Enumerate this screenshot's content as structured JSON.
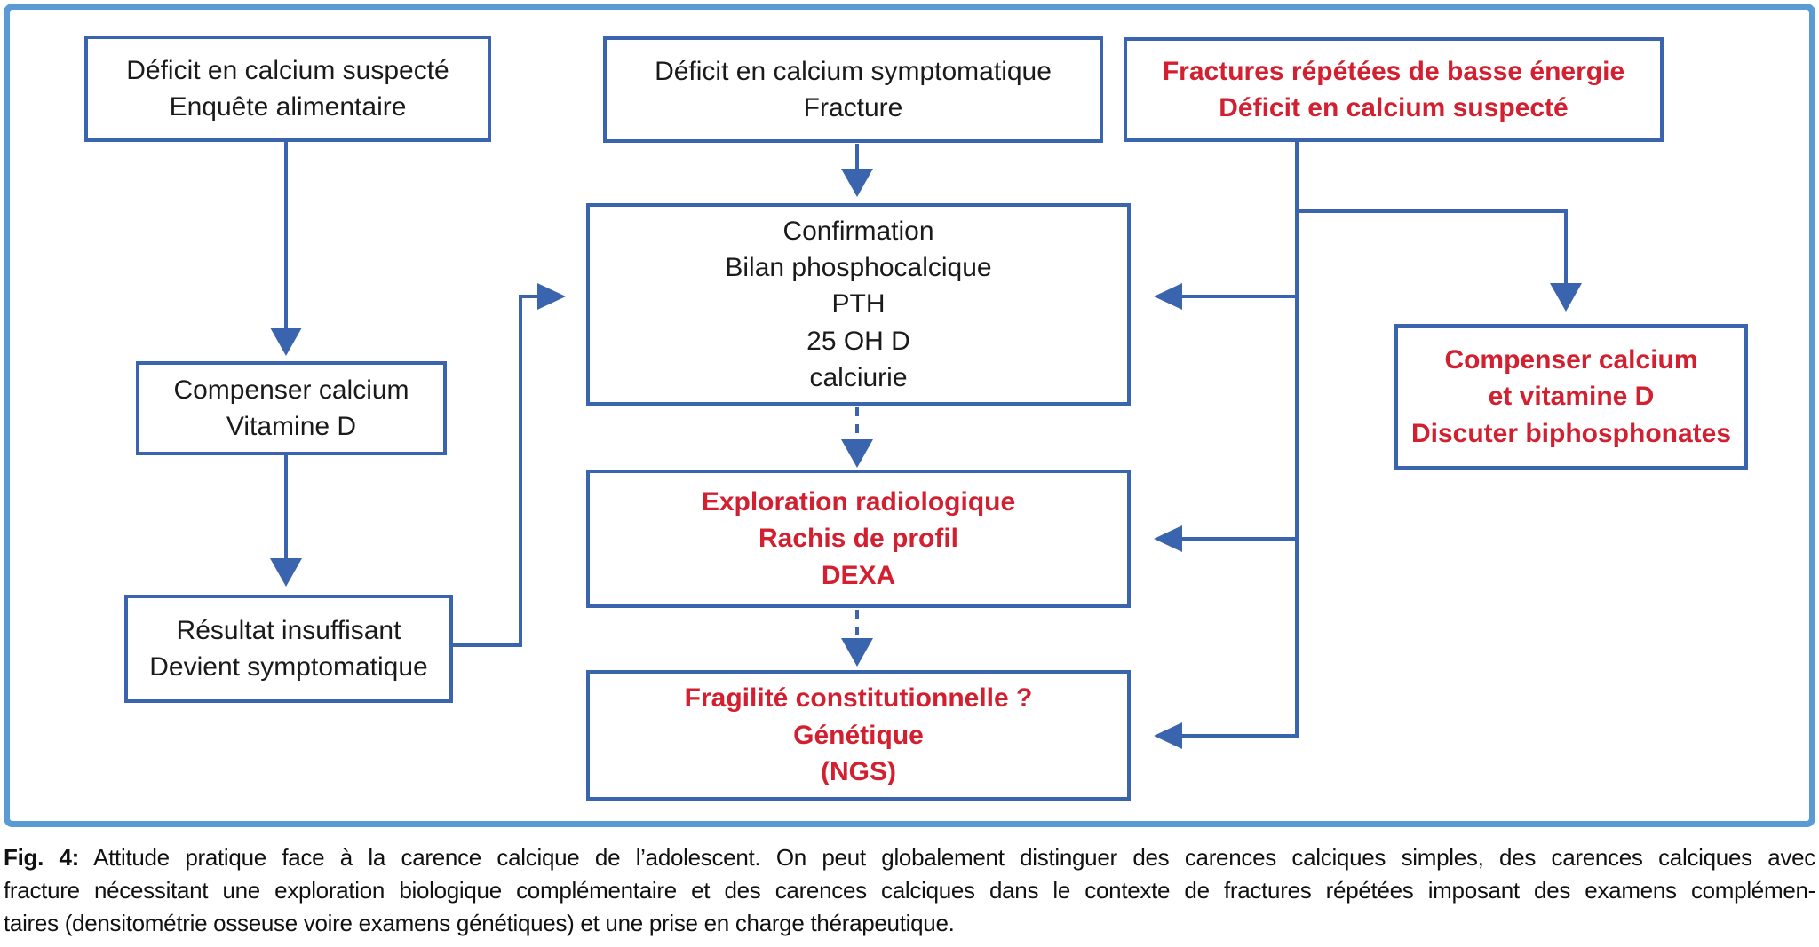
{
  "figure": {
    "colors": {
      "frame": "#5B9BD5",
      "box_border": "#3A65AE",
      "arrow": "#3A65AE",
      "red_text": "#D22030",
      "black_text": "#1A1A1A"
    },
    "boxes": {
      "deficit_suspecte": {
        "lines": [
          "Déficit en calcium suspecté",
          "Enquête alimentaire"
        ]
      },
      "deficit_symptomatique": {
        "lines": [
          "Déficit en calcium symptomatique",
          "Fracture"
        ]
      },
      "fractures_repetees": {
        "lines": [
          "Fractures répétées de basse énergie",
          "Déficit en calcium suspecté"
        ]
      },
      "confirmation": {
        "lines": [
          "Confirmation",
          "Bilan phosphocalcique",
          "PTH",
          "25 OH D",
          "calciurie"
        ]
      },
      "compenser_vitamine_d": {
        "lines": [
          "Compenser calcium",
          "Vitamine D"
        ]
      },
      "resultat_insuffisant": {
        "lines": [
          "Résultat insuffisant",
          "Devient symptomatique"
        ]
      },
      "exploration_radiologique": {
        "lines": [
          "Exploration radiologique",
          "Rachis de profil",
          "DEXA"
        ]
      },
      "fragilite_constitutionnelle": {
        "lines": [
          "Fragilité constitutionnelle ?",
          "Génétique",
          "(NGS)"
        ]
      },
      "compenser_biphosphonates": {
        "lines": [
          "Compenser calcium",
          "et vitamine D",
          "Discuter biphosphonates"
        ]
      }
    }
  },
  "caption": {
    "prefix": "Fig. 4:",
    "lines": [
      "Attitude pratique face à la carence calcique de l’adolescent. On peut globalement distinguer des carences calciques simples, des carences calciques avec",
      "fracture nécessitant une exploration biologique complémentaire et des carences calciques dans le contexte de fractures répétées imposant des examens complémen-",
      "taires (densitométrie osseuse voire examens génétiques) et une prise en charge thérapeutique."
    ]
  }
}
